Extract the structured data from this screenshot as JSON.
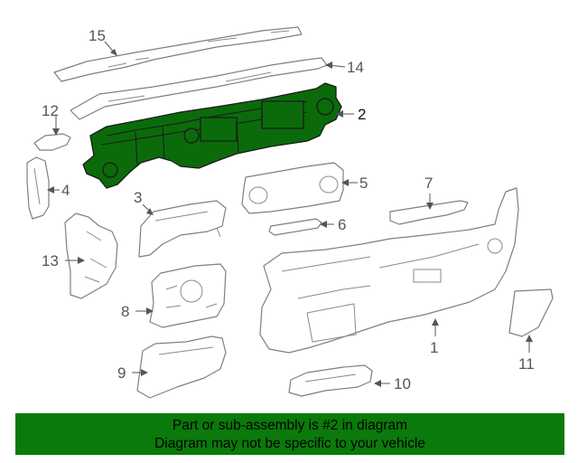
{
  "diagram": {
    "highlight_color": "#0b6b0b",
    "callouts": [
      {
        "id": "1",
        "text": "1"
      },
      {
        "id": "2",
        "text": "2"
      },
      {
        "id": "3",
        "text": "3"
      },
      {
        "id": "4",
        "text": "4"
      },
      {
        "id": "5",
        "text": "5"
      },
      {
        "id": "6",
        "text": "6"
      },
      {
        "id": "7",
        "text": "7"
      },
      {
        "id": "8",
        "text": "8"
      },
      {
        "id": "9",
        "text": "9"
      },
      {
        "id": "10",
        "text": "10"
      },
      {
        "id": "11",
        "text": "11"
      },
      {
        "id": "12",
        "text": "12"
      },
      {
        "id": "13",
        "text": "13"
      },
      {
        "id": "14",
        "text": "14"
      },
      {
        "id": "15",
        "text": "15"
      }
    ],
    "highlighted_part": "2"
  },
  "banner": {
    "line1": "Part or sub-assembly is #2 in diagram",
    "line2": "Diagram may not be specific to your vehicle",
    "background": "#0a7a0a"
  }
}
